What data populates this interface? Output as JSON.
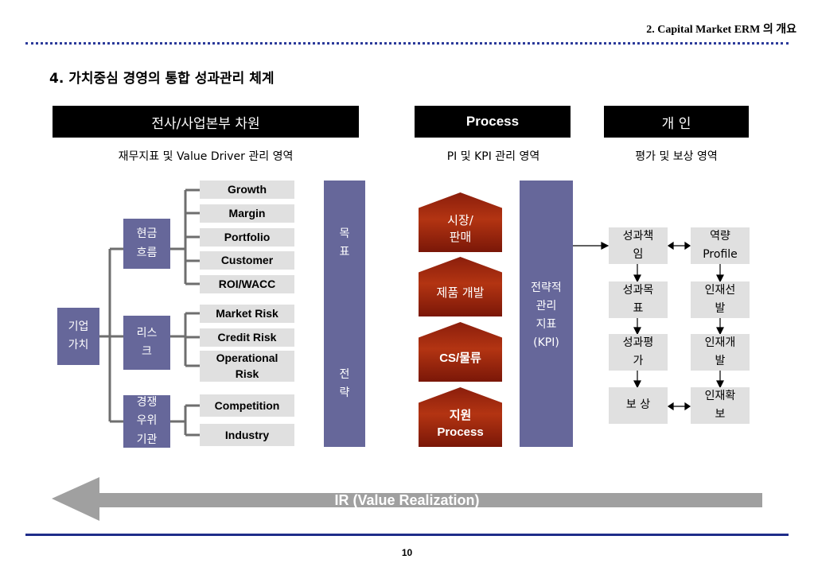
{
  "header": {
    "title": "2. Capital Market ERM 의 개요"
  },
  "section_title": "4. 가치중심 경영의 통합 성과관리 체계",
  "columns": {
    "corporate": {
      "title": "전사/사업본부 차원",
      "subtitle": "재무지표 및 Value Driver 관리 영역"
    },
    "process": {
      "title": "Process",
      "subtitle": "PI 및 KPI 관리 영역"
    },
    "individual": {
      "title": "개 인",
      "subtitle": "평가 및 보상 영역"
    }
  },
  "tree": {
    "root": "기업\n가치",
    "groups": [
      {
        "label": "현금\n흐름",
        "items": [
          "Growth",
          "Margin",
          "Portfolio",
          "Customer",
          "ROI/WACC"
        ]
      },
      {
        "label": "리스\n크",
        "items": [
          "Market Risk",
          "Credit Risk",
          "Operational\nRisk"
        ]
      },
      {
        "label": "경쟁\n우위\n기관",
        "items": [
          "Competition",
          "Industry"
        ]
      }
    ]
  },
  "goal_bar": {
    "top": "목\n표",
    "bottom": "전\n략"
  },
  "processes": [
    "시장/\n판매",
    "제품 개발",
    "CS/물류",
    "지원\nProcess"
  ],
  "kpi_bar": "전략적\n관리\n지표\n(KPI)",
  "individual": {
    "left": [
      "성과책\n임",
      "성과목\n표",
      "성과평\n가",
      "보 상"
    ],
    "right": [
      "역량\nProfile",
      "인재선\n발",
      "인재개\n발",
      "인재확\n보"
    ]
  },
  "ir_arrow": "IR (Value Realization)",
  "page_number": "10",
  "colors": {
    "purple": "#66679a",
    "gray_box": "#e0e0e0",
    "red_pentagon": "#a52a10",
    "dots": "#2b3a9a",
    "arrow": "#a0a0a0"
  }
}
